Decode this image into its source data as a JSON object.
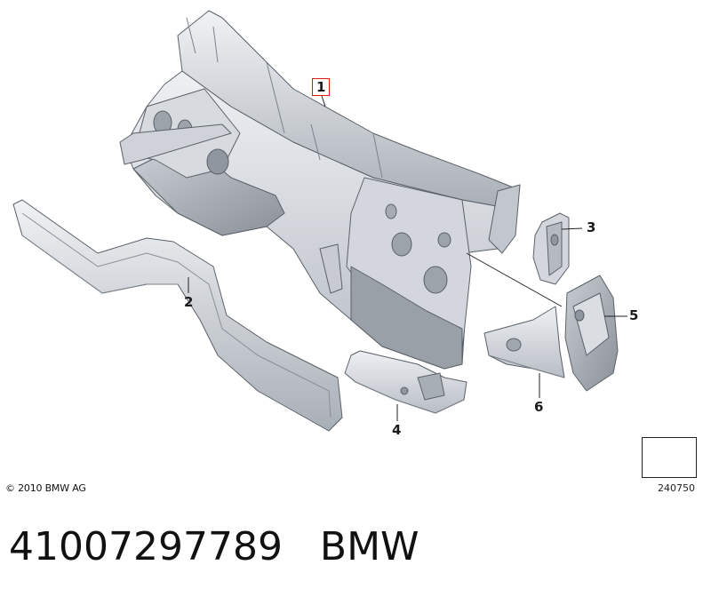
{
  "callouts": {
    "c1": "1",
    "c2": "2",
    "c3": "3",
    "c4": "4",
    "c5": "5",
    "c6": "6"
  },
  "copyright": "© 2010 BMW AG",
  "reference_number": "240750",
  "footer": {
    "part_number": "41007297789",
    "brand": "BMW"
  },
  "colors": {
    "panel_light": "#e6e9ee",
    "panel_mid": "#c4c9d0",
    "panel_dark": "#8f969f",
    "outline": "#5b6168",
    "highlight_box": "#e01818"
  }
}
